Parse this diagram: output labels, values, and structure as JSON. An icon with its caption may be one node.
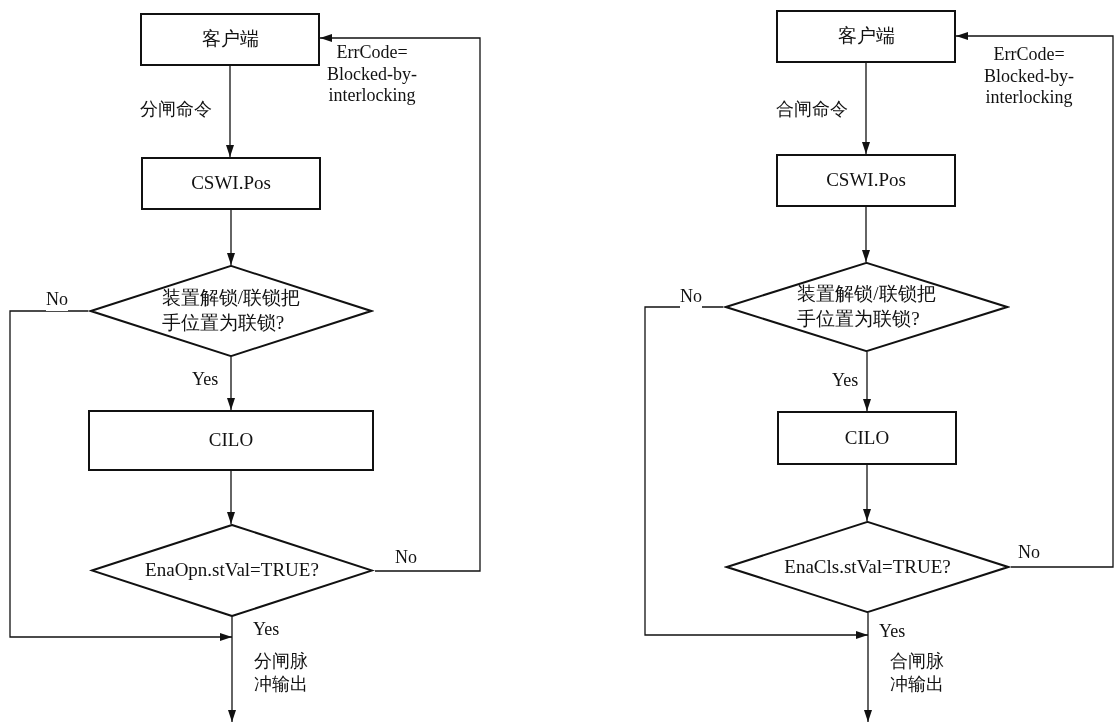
{
  "diagram": {
    "nodes": [
      {
        "text": [
          "客户端"
        ]
      },
      {
        "text": [
          "CSWI.Pos"
        ]
      },
      {
        "text": [
          "装置解锁/联锁把手位置为联锁?"
        ]
      },
      {
        "text": [
          "CILO"
        ]
      },
      {
        "text": [
          "EnaOpn.stVal=TRUE?"
        ]
      },
      {
        "text": [
          "客户端"
        ]
      },
      {
        "text": [
          "CSWI.Pos"
        ]
      },
      {
        "text": [
          "装置解锁/联锁把手位置为联锁?"
        ]
      },
      {
        "text": [
          "CILO"
        ]
      },
      {
        "text": [
          "EnaCls.stVal=TRUE?"
        ]
      },
      {
        "text": [
          "分闸脉冲输出"
        ]
      },
      {
        "text": [
          "合闸脉冲输出"
        ]
      }
    ],
    "edges": [
      {
        "from": 0,
        "to": 1,
        "arrow": "to",
        "label": "分闸命令"
      },
      {
        "from": 1,
        "to": 2,
        "arrow": "to"
      },
      {
        "from": 2,
        "to": 3,
        "arrow": "to",
        "label": "Yes"
      },
      {
        "from": 3,
        "to": 4,
        "arrow": "to"
      },
      {
        "from": 4,
        "to": 10,
        "arrow": "to",
        "label": "Yes"
      },
      {
        "from": 2,
        "to": 10,
        "arrow": "to",
        "label": "No"
      },
      {
        "from": 4,
        "to": 0,
        "arrow": "to",
        "label": "No"
      },
      {
        "from": 5,
        "to": 6,
        "arrow": "to",
        "label": "合闸命令"
      },
      {
        "from": 6,
        "to": 7,
        "arrow": "to"
      },
      {
        "from": 7,
        "to": 8,
        "arrow": "to",
        "label": "Yes"
      },
      {
        "from": 8,
        "to": 9,
        "arrow": "to"
      },
      {
        "from": 9,
        "to": 11,
        "arrow": "to",
        "label": "Yes"
      },
      {
        "from": 7,
        "to": 11,
        "arrow": "to",
        "label": "No"
      },
      {
        "from": 9,
        "to": 5,
        "arrow": "to",
        "label": "No"
      }
    ],
    "labels": [
      "ErrCode= Blocked-by-interlocking",
      "ErrCode= Blocked-by-interlocking"
    ]
  }
}
